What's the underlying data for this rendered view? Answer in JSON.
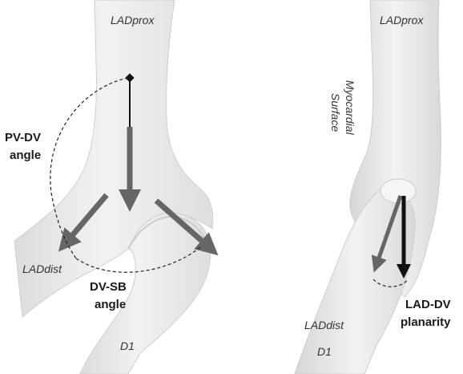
{
  "left_panel": {
    "vessel_labels": {
      "proximal": "LADprox",
      "distal": "LADdist",
      "side_branch": "D1"
    },
    "annotations": {
      "pv_dv_line1": "PV-DV",
      "pv_dv_line2": "angle",
      "dv_sb_line1": "DV-SB",
      "dv_sb_line2": "angle"
    }
  },
  "right_panel": {
    "vessel_labels": {
      "proximal": "LADprox",
      "distal": "LADdist",
      "side_branch": "D1"
    },
    "surface_line1": "Myocardial",
    "surface_line2": "Surface",
    "annotations": {
      "planarity_line1": "LAD-DV",
      "planarity_line2": "planarity"
    }
  },
  "colors": {
    "vessel_fill": "#ebebeb",
    "vessel_edge": "#c9c9c9",
    "arrow_gray": "#666666",
    "arrow_black": "#111111"
  }
}
